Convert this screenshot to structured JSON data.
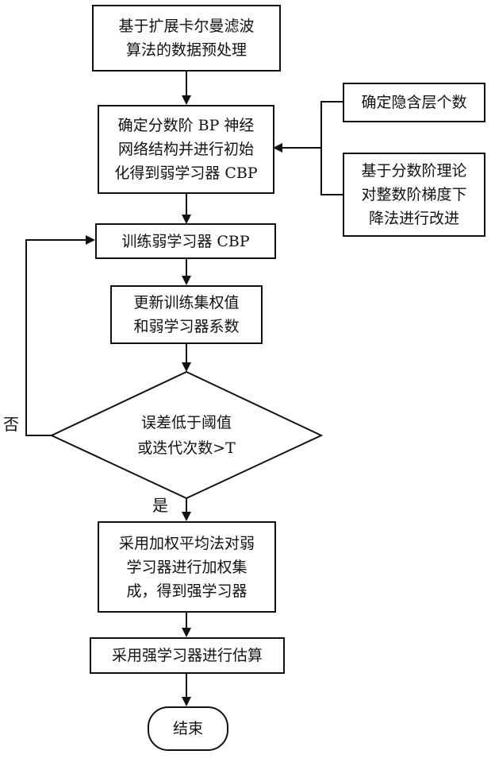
{
  "diagram": {
    "nodes": {
      "preprocess": {
        "lines": [
          "基于扩展卡尔曼滤波",
          "算法的数据预处理"
        ]
      },
      "determine_structure": {
        "lines": [
          "确定分数阶 BP 神经",
          "网络结构并进行初始",
          "化得到弱学习器 CBP"
        ]
      },
      "hidden_layers": {
        "lines": [
          "确定隐含层个数"
        ]
      },
      "fractional_improve": {
        "lines": [
          "基于分数阶理论",
          "对整数阶梯度下",
          "降法进行改进"
        ]
      },
      "train_cbp": {
        "lines": [
          "训练弱学习器 CBP"
        ]
      },
      "update_weights": {
        "lines": [
          "更新训练集权值",
          "和弱学习器系数"
        ]
      },
      "decision": {
        "lines": [
          "误差低于阈值",
          "或迭代次数>T"
        ]
      },
      "weighted_ensemble": {
        "lines": [
          "采用加权平均法对弱",
          "学习器进行加权集",
          "成，得到强学习器"
        ]
      },
      "estimate": {
        "lines": [
          "采用强学习器进行估算"
        ]
      },
      "end": {
        "lines": [
          "结束"
        ]
      }
    },
    "edge_labels": {
      "no": "否",
      "yes": "是"
    }
  }
}
